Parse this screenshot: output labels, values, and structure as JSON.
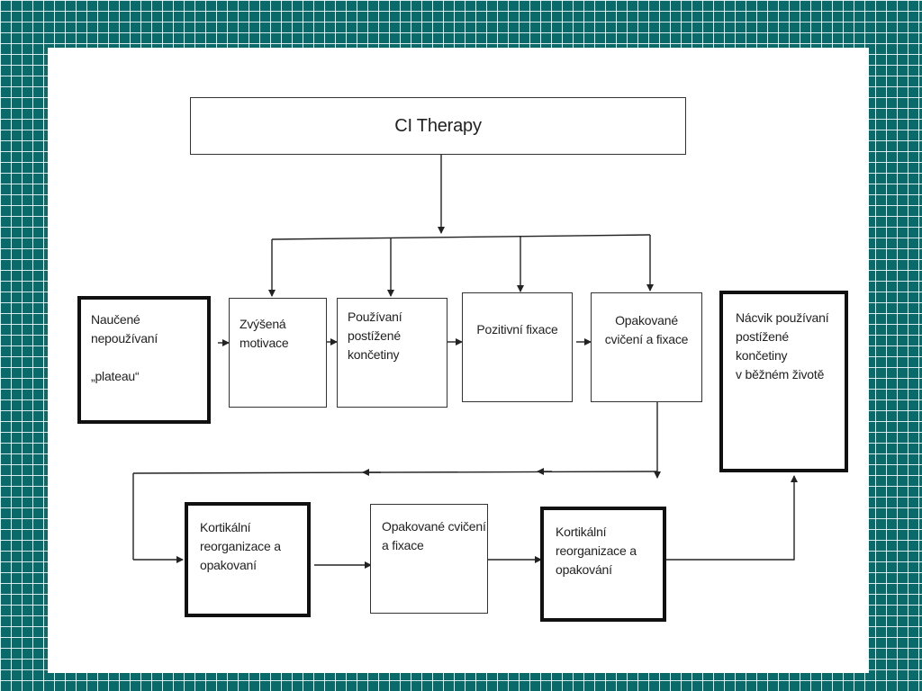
{
  "diagram": {
    "title": "CI Therapy",
    "nodes": {
      "naucene": [
        "Naučené",
        "nepoužívaní",
        "„plateau“"
      ],
      "zvysena": [
        "Zvýšená",
        "motivace"
      ],
      "pouzivani": [
        "Používaní",
        "postížené",
        "končetiny"
      ],
      "pozitivni": [
        "Pozitivní fixace"
      ],
      "opakovane_top": [
        "Opakované",
        "cvičení a fixace"
      ],
      "nacvik": [
        "Nácvik používaní",
        "postížené",
        "končetiny",
        "v běžném životě"
      ],
      "kortikalni_1": [
        "Kortikální",
        "reorganizace a",
        "opakovaní"
      ],
      "opakovane_bottom": [
        "Opakované cvičení",
        "a fixace"
      ],
      "kortikalni_2": [
        "Kortikální",
        "reorganizace a",
        "opakování"
      ]
    },
    "colors": {
      "background": "#0a6a6a",
      "grid_line": "#ffffff",
      "box_border": "#111111",
      "arrow": "#222222"
    }
  }
}
